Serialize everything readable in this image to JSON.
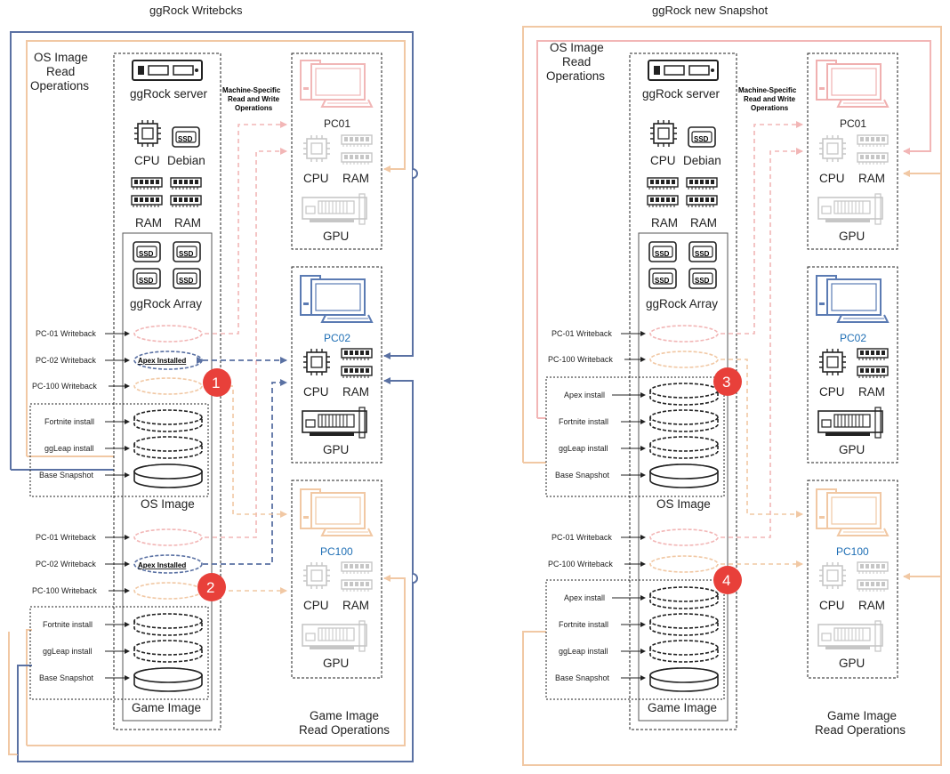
{
  "titles": {
    "left": "ggRock Writebcks",
    "right": "ggRock new Snapshot"
  },
  "colors": {
    "blue_line": "#5a71a3",
    "peach_line": "#f1c8a4",
    "pink_line": "#f2b6b6",
    "badge": "#e8403a",
    "pc_faded": "#f0b0b0",
    "pc_active": "#5b7bb3"
  },
  "labels": {
    "os_image_read": [
      "OS Image",
      "Read",
      "Operations"
    ],
    "game_image_read": [
      "Game Image",
      "Read Operations"
    ],
    "machine_specific": [
      "Machine-Specific",
      "Read and Write",
      "Operations"
    ],
    "ggrock_server": "ggRock server",
    "cpu": "CPU",
    "debian": "Debian",
    "ram": "RAM",
    "gpu": "GPU",
    "ssd": "SSD",
    "ggrock_array": "ggRock Array",
    "os_image": "OS Image",
    "game_image": "Game Image",
    "pc01": "PC01",
    "pc02": "PC02",
    "pc100": "PC100",
    "pc01_writeback": "PC-01 Writeback",
    "pc02_writeback": "PC-02 Writeback",
    "pc100_writeback": "PC-100 Writeback",
    "fortnite_install": "Fortnite install",
    "ggleap_install": "ggLeap install",
    "apex_install": "Apex install",
    "base_snapshot": "Base Snapshot",
    "apex_installed": "Apex Installed"
  },
  "badges": [
    "1",
    "2",
    "3",
    "4"
  ]
}
